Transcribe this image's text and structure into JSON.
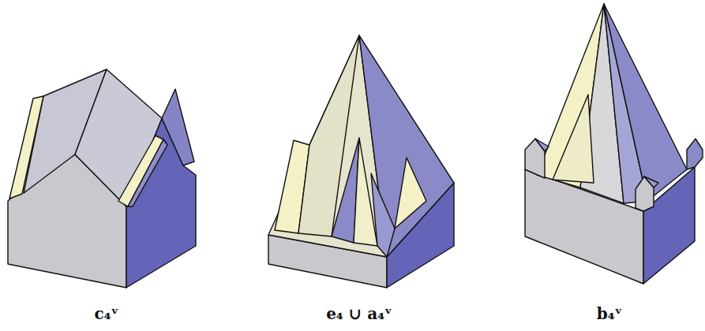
{
  "diagram": {
    "labels": [
      "c₄ᵛ",
      "e₄ ∪ a₄ᵛ",
      "b₄ᵛ"
    ]
  }
}
